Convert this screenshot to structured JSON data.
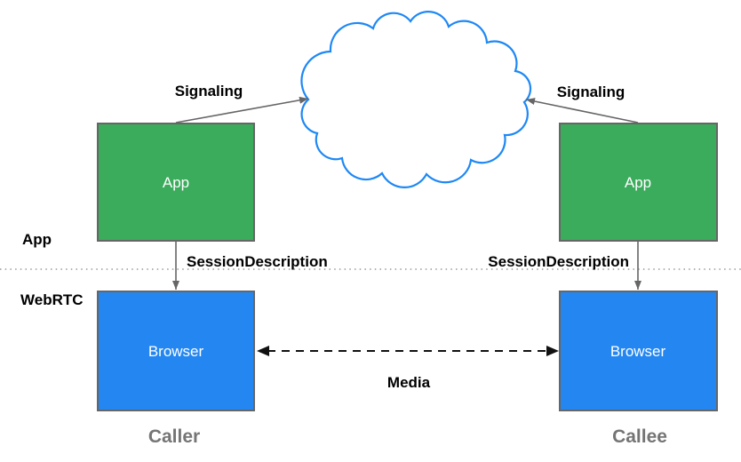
{
  "diagram": {
    "type": "webrtc-jsep-architecture",
    "nodes": {
      "app_caller": {
        "label": "App"
      },
      "app_callee": {
        "label": "App"
      },
      "browser_caller": {
        "label": "Browser"
      },
      "browser_callee": {
        "label": "Browser"
      }
    },
    "edges": {
      "signaling_caller": {
        "label": "Signaling"
      },
      "signaling_callee": {
        "label": "Signaling"
      },
      "session_description_caller": {
        "label": "SessionDescription"
      },
      "session_description_callee": {
        "label": "SessionDescription"
      },
      "media": {
        "label": "Media"
      }
    },
    "layers": {
      "app": "App",
      "webrtc": "WebRTC"
    },
    "endpoints": {
      "caller": "Caller",
      "callee": "Callee"
    },
    "colors": {
      "app_box_fill": "#3BAB5C",
      "browser_box_fill": "#2486F0",
      "box_border": "#666666",
      "box_text": "#FFFFFF",
      "cloud_stroke": "#1E88F5",
      "cloud_fill": "#FFFFFF",
      "arrow": "#666666",
      "media_arrow": "#111111",
      "divider": "#999999",
      "label_text": "#000000",
      "endpoint_text": "#757575"
    }
  }
}
